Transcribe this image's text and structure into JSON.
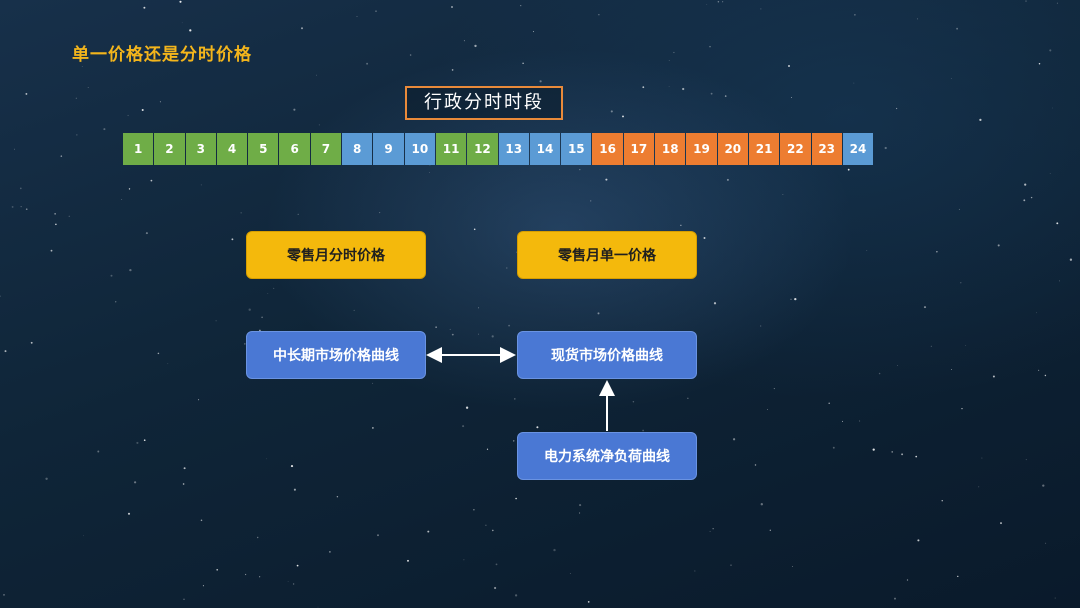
{
  "slide": {
    "title": "单一价格还是分时价格"
  },
  "time_band": {
    "title": "行政分时时段",
    "hours": [
      {
        "label": "1",
        "color": "#6fad47"
      },
      {
        "label": "2",
        "color": "#6fad47"
      },
      {
        "label": "3",
        "color": "#6fad47"
      },
      {
        "label": "4",
        "color": "#6fad47"
      },
      {
        "label": "5",
        "color": "#6fad47"
      },
      {
        "label": "6",
        "color": "#6fad47"
      },
      {
        "label": "7",
        "color": "#6fad47"
      },
      {
        "label": "8",
        "color": "#5b9bd5"
      },
      {
        "label": "9",
        "color": "#5b9bd5"
      },
      {
        "label": "10",
        "color": "#5b9bd5"
      },
      {
        "label": "11",
        "color": "#6fad47"
      },
      {
        "label": "12",
        "color": "#6fad47"
      },
      {
        "label": "13",
        "color": "#5b9bd5"
      },
      {
        "label": "14",
        "color": "#5b9bd5"
      },
      {
        "label": "15",
        "color": "#5b9bd5"
      },
      {
        "label": "16",
        "color": "#ed7d31"
      },
      {
        "label": "17",
        "color": "#ed7d31"
      },
      {
        "label": "18",
        "color": "#ed7d31"
      },
      {
        "label": "19",
        "color": "#ed7d31"
      },
      {
        "label": "20",
        "color": "#ed7d31"
      },
      {
        "label": "21",
        "color": "#ed7d31"
      },
      {
        "label": "22",
        "color": "#ed7d31"
      },
      {
        "label": "23",
        "color": "#ed7d31"
      },
      {
        "label": "24",
        "color": "#5b9bd5"
      }
    ]
  },
  "boxes": {
    "retail_tou": "零售月分时价格",
    "retail_single": "零售月单一价格",
    "mid_long_curve": "中长期市场价格曲线",
    "spot_curve": "现货市场价格曲线",
    "net_load_curve": "电力系统净负荷曲线"
  },
  "colors": {
    "title": "#f3b51c",
    "green": "#6fad47",
    "blue_hour": "#5b9bd5",
    "orange": "#ed7d31",
    "yellow_box": "#f4b90c",
    "blue_box": "#4a78d4"
  }
}
